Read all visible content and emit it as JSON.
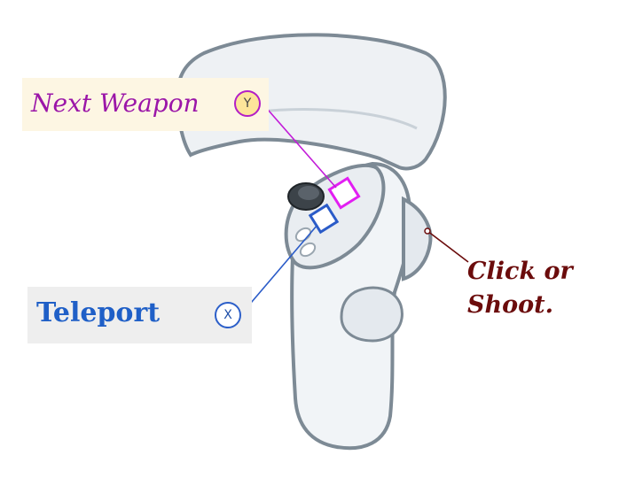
{
  "labels": {
    "next_weapon": "Next Weapon",
    "teleport": "Teleport",
    "click_line1": "Click or",
    "click_line2": "Shoot."
  },
  "buttons": {
    "y": "Y",
    "x": "X"
  },
  "colors": {
    "next_weapon": "#9b16a8",
    "teleport": "#1f5fc7",
    "trigger": "#6b0c0c",
    "controller_fill": "#f1f4f7",
    "controller_outline": "#7d8a95"
  },
  "icons": {
    "controller": "vr-controller-icon",
    "thumbstick": "thumbstick-icon"
  }
}
